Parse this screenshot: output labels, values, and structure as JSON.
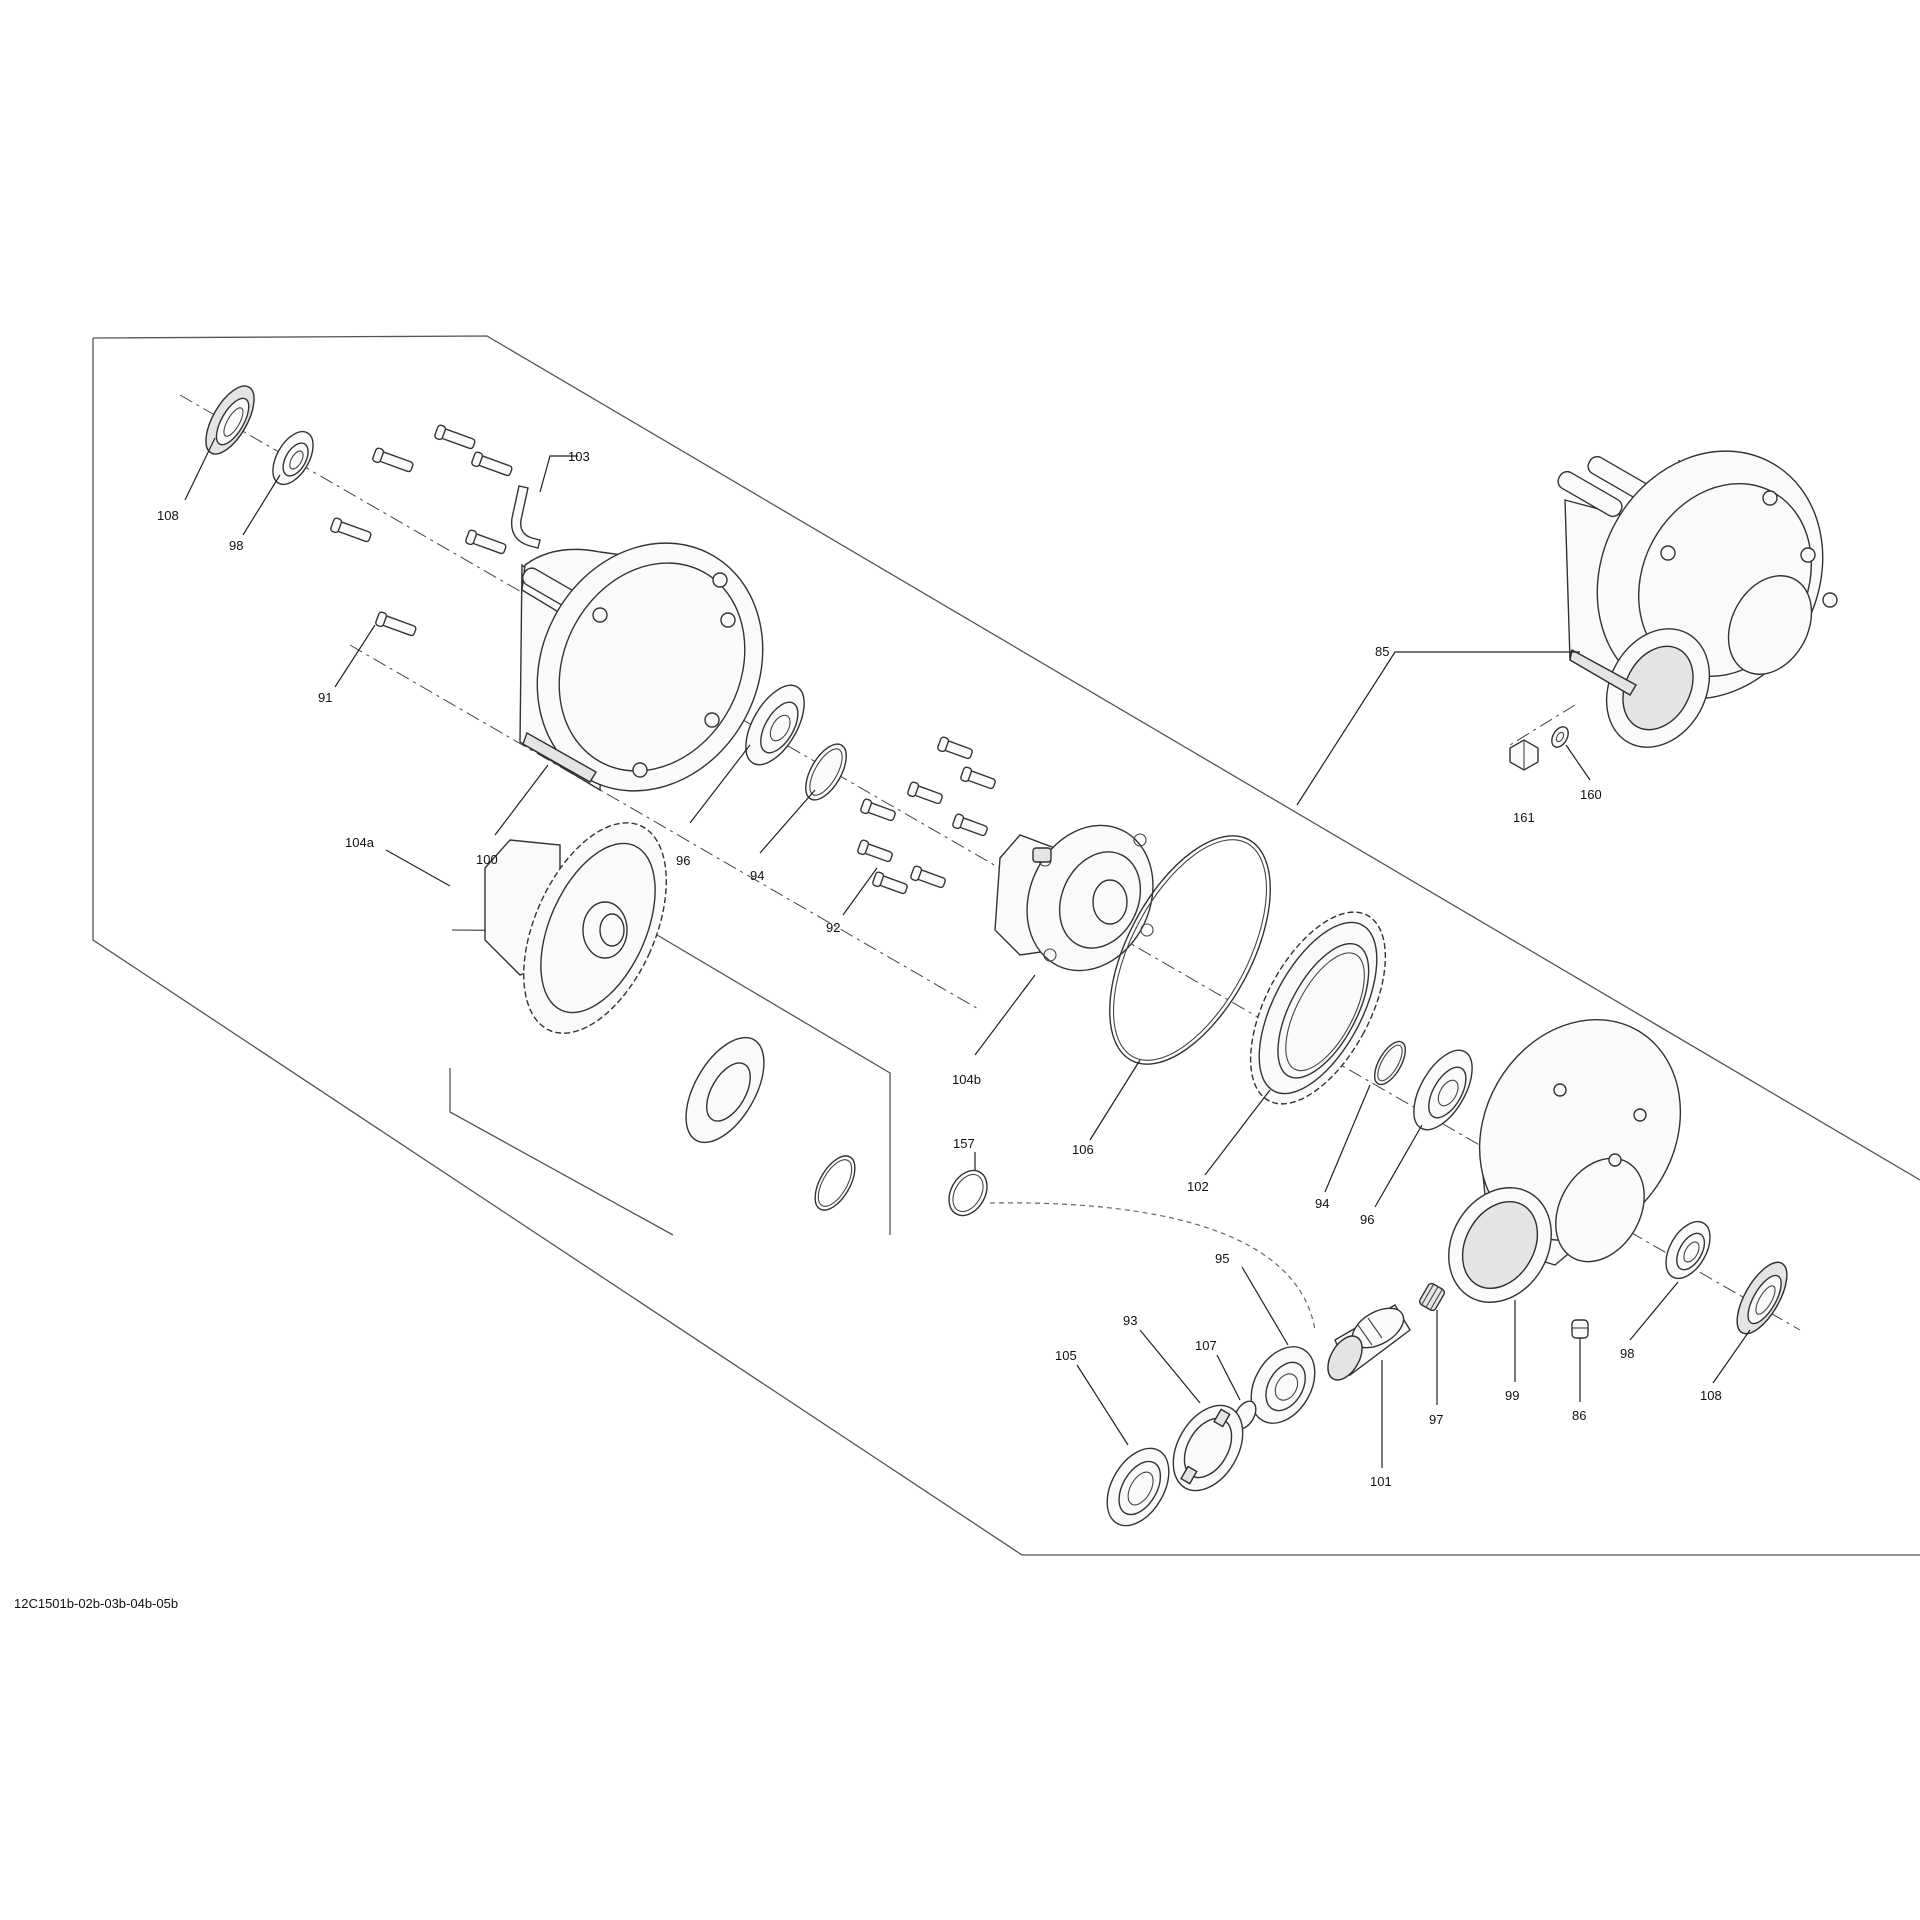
{
  "reference_code": "12C1501b-02b-03b-04b-05b",
  "callouts": {
    "c108_left": "108",
    "c98_left": "98",
    "c103": "103",
    "c91": "91",
    "c100": "100",
    "c96_top": "96",
    "c94_top": "94",
    "c92": "92",
    "c104a": "104a",
    "c104b": "104b",
    "c106": "106",
    "c102": "102",
    "c94_mid": "94",
    "c96_mid": "96",
    "c157": "157",
    "c95": "95",
    "c93": "93",
    "c107": "107",
    "c105": "105",
    "c101": "101",
    "c97": "97",
    "c99": "99",
    "c86": "86",
    "c98_right": "98",
    "c108_right": "108",
    "c85": "85",
    "c160": "160",
    "c161": "161"
  }
}
